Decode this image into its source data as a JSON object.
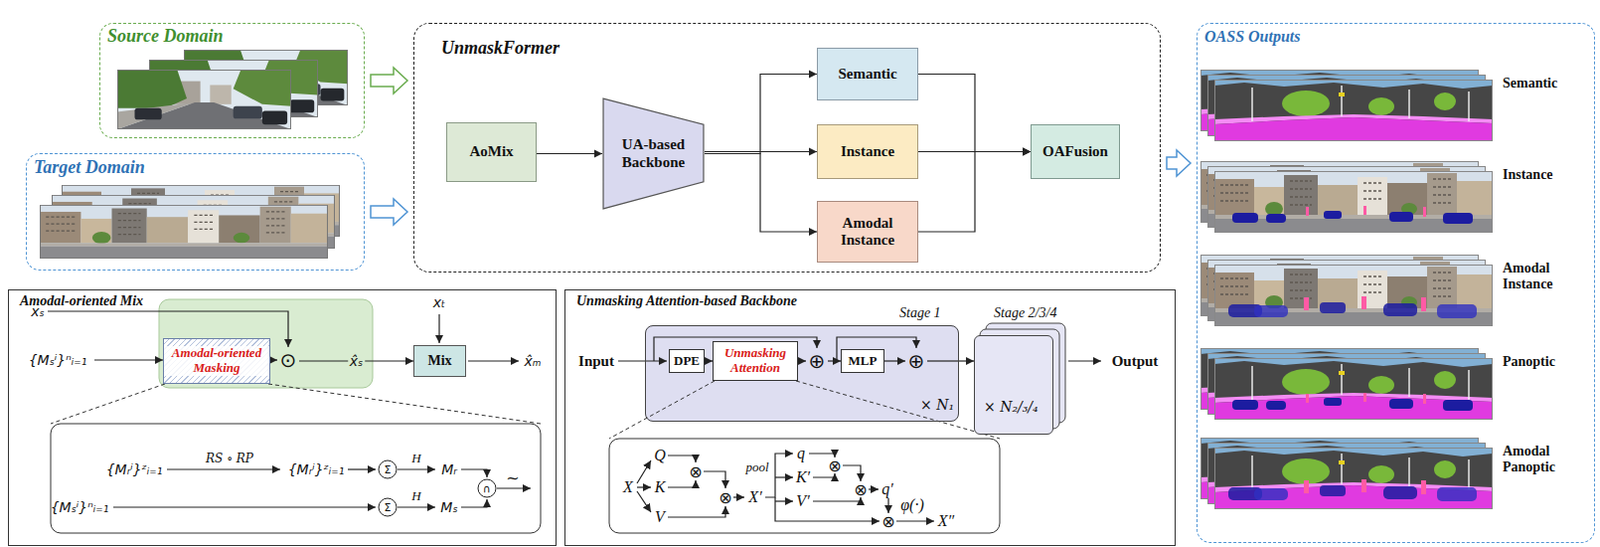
{
  "diagram": {
    "nodes": [
      {
        "text": [
          "Source Domain"
        ]
      },
      {
        "text": [
          "Target Domain"
        ]
      },
      {
        "text": [
          "UnmaskFormer"
        ]
      },
      {
        "text": [
          "AoMix"
        ],
        "in": 2
      },
      {
        "text": [
          "UA-based Backbone"
        ],
        "in": 2
      },
      {
        "text": [
          "Semantic"
        ],
        "in": 2
      },
      {
        "text": [
          "Instance"
        ],
        "in": 2
      },
      {
        "text": [
          "Amodal Instance"
        ],
        "in": 2
      },
      {
        "text": [
          "OAFusion"
        ],
        "in": 2
      },
      {
        "text": [
          "OASS Outputs",
          "Semantic",
          "Instance",
          "Amodal Instance",
          "Panoptic",
          "Amodal Panoptic"
        ]
      },
      {
        "text": [
          "Amodal-oriented Mix"
        ]
      },
      {
        "text": [
          "Amodal-oriented Masking"
        ],
        "in": 10
      },
      {
        "text": [
          "⊙"
        ],
        "in": 10
      },
      {
        "text": [
          "Mix"
        ],
        "in": 10
      },
      {
        "text": [
          "Unmasking Attention-based Backbone"
        ]
      },
      {
        "text": [
          "Stage 1",
          "× N₁"
        ],
        "in": 14
      },
      {
        "text": [
          "DPE"
        ],
        "in": 15
      },
      {
        "text": [
          "Unmasking Attention"
        ],
        "in": 15
      },
      {
        "text": [
          "⊕"
        ],
        "in": 15
      },
      {
        "text": [
          "MLP"
        ],
        "in": 15
      },
      {
        "text": [
          "⊕"
        ],
        "in": 15
      },
      {
        "text": [
          "Stage 2/3/4",
          "× N₂/₃/₄"
        ],
        "in": 14
      }
    ],
    "edges": [
      {
        "from": 0,
        "to": 2,
        "arrow": "to"
      },
      {
        "from": 1,
        "to": 2,
        "arrow": "to"
      },
      {
        "from": 3,
        "to": 4,
        "arrow": "to"
      },
      {
        "from": 4,
        "to": 5,
        "arrow": "to"
      },
      {
        "from": 4,
        "to": 6,
        "arrow": "to"
      },
      {
        "from": 4,
        "to": 7,
        "arrow": "to"
      },
      {
        "from": 5,
        "to": 8,
        "arrow": "to"
      },
      {
        "from": 6,
        "to": 8,
        "arrow": "to"
      },
      {
        "from": 7,
        "to": 8,
        "arrow": "to"
      },
      {
        "from": 2,
        "to": 9,
        "arrow": "to"
      },
      {
        "from": 11,
        "to": 12,
        "arrow": "to"
      },
      {
        "from": 12,
        "to": 13,
        "label": "x̂ₛ",
        "arrow": "to"
      },
      {
        "from": 16,
        "to": 17,
        "arrow": "to"
      },
      {
        "from": 17,
        "to": 18,
        "arrow": "to"
      },
      {
        "from": 18,
        "to": 19,
        "arrow": "to"
      },
      {
        "from": 19,
        "to": 20,
        "arrow": "to"
      },
      {
        "from": 15,
        "to": 21,
        "arrow": "to"
      }
    ],
    "labels": [
      "xₛ",
      "{Mₛⁱ}ⁿᵢ₌₁",
      "xₜ",
      "x̂ₘ",
      "{Mᵣⁱ}ᶻᵢ₌₁",
      "RS ∘ RP",
      "{Mᵣⁱ}ᶻᵢ₌₁",
      "Σ",
      "H",
      "Mᵣ",
      "{Mₛⁱ}ⁿᵢ₌₁",
      "Σ",
      "H",
      "Mₛ",
      "∩",
      "~",
      "Input",
      "Output",
      "X",
      "Q",
      "K",
      "V",
      "⊗",
      "⊗",
      "X′",
      "pool",
      "q",
      "K′",
      "V′",
      "⊗",
      "⊗",
      "q′",
      "φ(·)",
      "⊗",
      "X″"
    ]
  }
}
